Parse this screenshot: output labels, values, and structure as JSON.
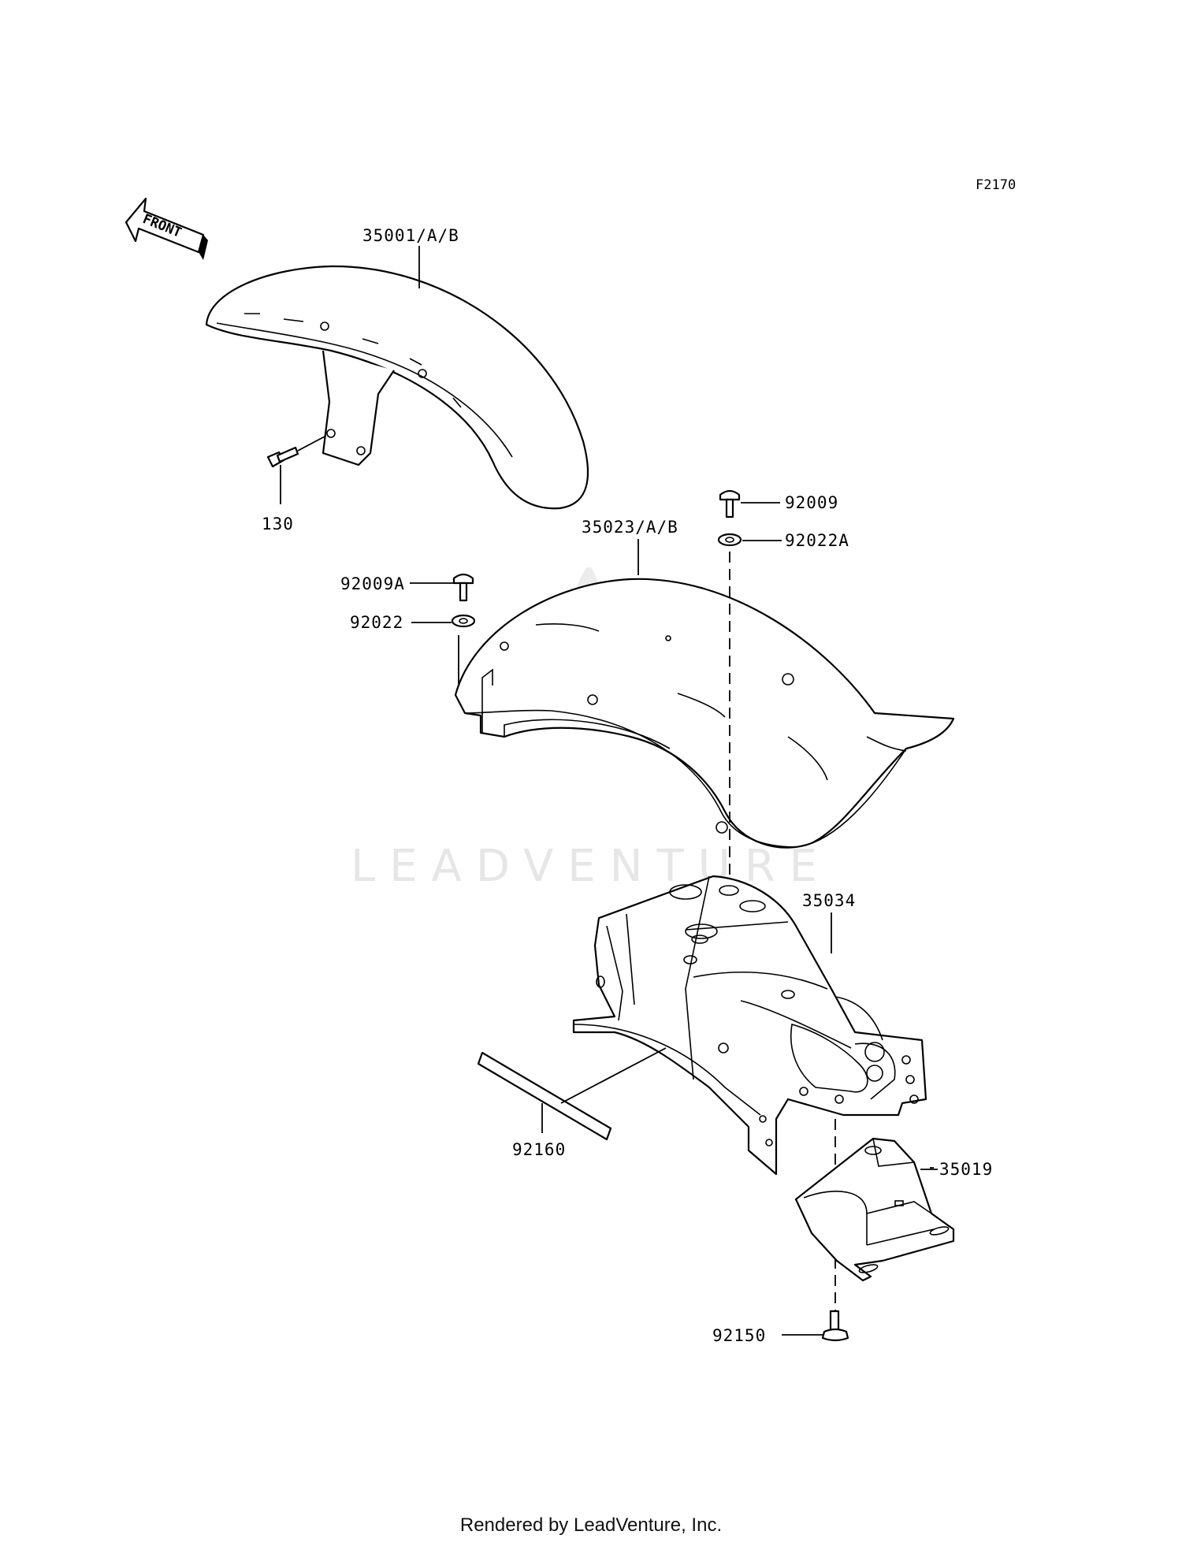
{
  "figure_code": "F2170",
  "front_marker": "FRONT",
  "watermark": "LEADVENTURE",
  "footer": "Rendered by LeadVenture, Inc.",
  "parts": [
    {
      "id": "front-fender",
      "label": "35001/A/B"
    },
    {
      "id": "bolt-front",
      "label": "130"
    },
    {
      "id": "bolt-rear-right",
      "label": "92009"
    },
    {
      "id": "washer-rear-right",
      "label": "92022A"
    },
    {
      "id": "rear-fender",
      "label": "35023/A/B"
    },
    {
      "id": "bolt-rear-left",
      "label": "92009A"
    },
    {
      "id": "washer-rear-left",
      "label": "92022"
    },
    {
      "id": "inner-fender",
      "label": "35034"
    },
    {
      "id": "strip",
      "label": "92160"
    },
    {
      "id": "flap",
      "label": "35019"
    },
    {
      "id": "screw-flap",
      "label": "92150"
    }
  ]
}
